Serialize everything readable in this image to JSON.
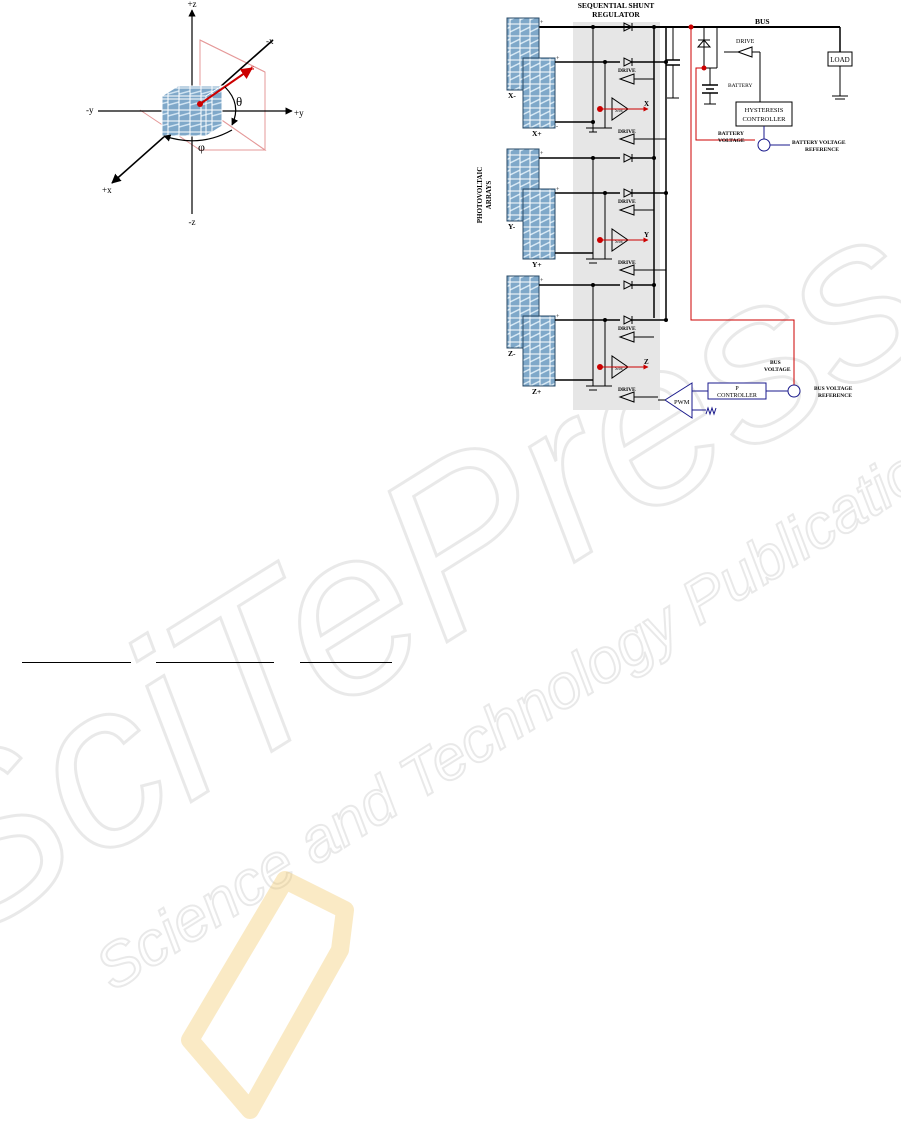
{
  "axes_figure": {
    "axis_labels": {
      "pz": "+z",
      "nz": "-z",
      "px": "+x",
      "nx": "-x",
      "py": "+y",
      "ny": "-y"
    },
    "vector_label": "s",
    "theta": "θ",
    "phi": "φ"
  },
  "circuit": {
    "regulator_title_1": "SEQUENTIAL SHUNT",
    "regulator_title_2": "REGULATOR",
    "bus": "BUS",
    "load": "LOAD",
    "drive": "DRIVE",
    "battery": "BATTERY",
    "hysteresis_1": "HYSTERESIS",
    "hysteresis_2": "CONTROLLER",
    "battery_voltage_1": "BATTERY",
    "battery_voltage_2": "VOLTAGE",
    "battery_ref": "BATTERY VOLTAGE",
    "battery_ref_2": "REFERENCE",
    "photovoltaic_1": "PHOTOVOLTAIC",
    "photovoltaic_2": "ARRAYS",
    "sh": "S/H",
    "plus": "+",
    "minus": "-",
    "arrays": [
      {
        "neg": "X-",
        "pos": "X+",
        "axis": "X"
      },
      {
        "neg": "Y-",
        "pos": "Y+",
        "axis": "Y"
      },
      {
        "neg": "Z-",
        "pos": "Z+",
        "axis": "Z"
      }
    ],
    "bus_voltage_1": "BUS",
    "bus_voltage_2": "VOLTAGE",
    "p_controller_1": "P",
    "p_controller_2": "CONTROLLER",
    "bus_ref_1": "BUS VOLTAGE",
    "bus_ref_2": "REFERENCE",
    "pwm": "PWM"
  },
  "watermark": {
    "line1": "SciTePress",
    "line2": "Science and Technology Publications"
  },
  "colors": {
    "ink": "#000000",
    "red": "#cc0000",
    "blue": "#1a1a8c",
    "panel": "#7fa8c9",
    "regulator_bg": "#e6e6e6"
  }
}
